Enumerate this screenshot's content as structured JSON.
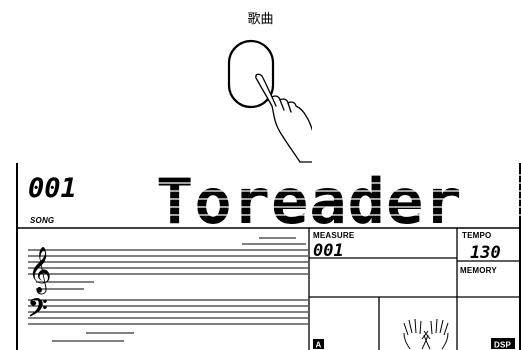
{
  "caption": "歌曲",
  "display": {
    "song_number": "001",
    "song_label": "SONG",
    "song_name": "Toreader",
    "measure_label": "MEASURE",
    "measure_value": "001",
    "tempo_label": "TEMPO",
    "tempo_value": "130",
    "memory_label": "MEMORY",
    "mode_a_label": "A",
    "dsp_label": "DSP"
  },
  "icons": {
    "button": "round-button-icon",
    "hand": "pointing-hand-icon",
    "treble": "treble-clef-icon",
    "bass": "bass-clef-icon",
    "hands": "two-hands-icon"
  }
}
